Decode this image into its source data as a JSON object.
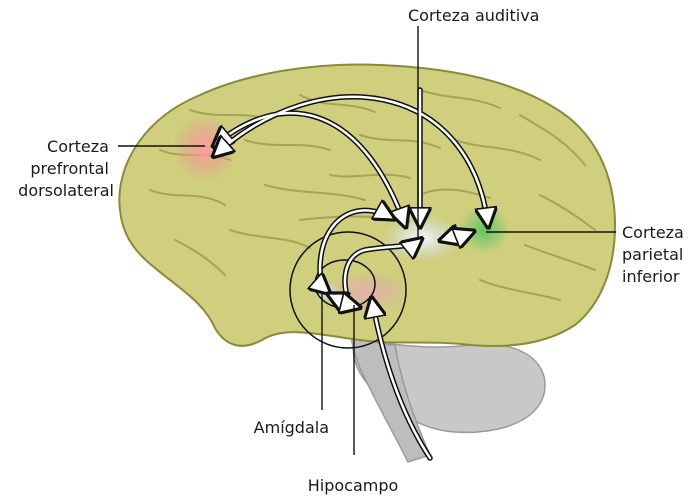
{
  "labels": {
    "auditory": "Corteza auditiva",
    "prefrontal": [
      "Corteza",
      "prefrontal",
      "dorsolateral"
    ],
    "parietal": [
      "Corteza",
      "parietal",
      "inferior"
    ],
    "amygdala": "Amígdala",
    "hippocampus": "Hipocampo"
  },
  "colors": {
    "cortex": "#cfcf7e",
    "cortex_outline": "#8a8a3a",
    "sulci": "#a4a45a",
    "prefrontal_region": "#e88c8c",
    "auditory_region": "#cfe0f5",
    "parietal_region": "#6cc46c",
    "hippocampus_region": "#d9a8a8",
    "cerebellum": "#c8c8c8",
    "brainstem": "#bdbdbd",
    "arrow_outline": "#111111",
    "arrow_fill": "#ffffff"
  }
}
